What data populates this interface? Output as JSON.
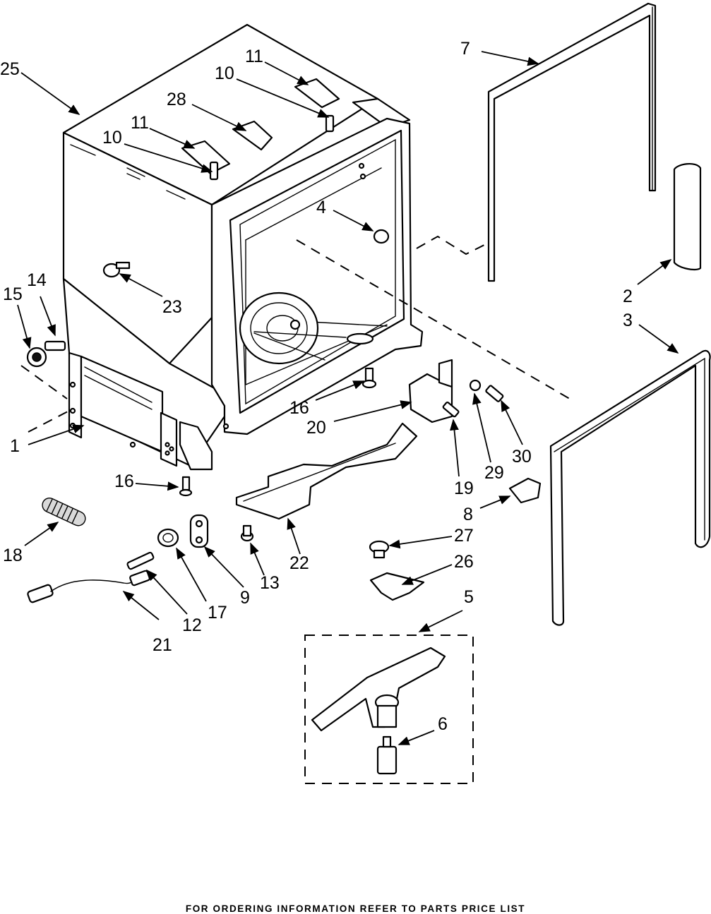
{
  "footer": {
    "note": "FOR ORDERING INFORMATION REFER TO PARTS PRICE LIST"
  },
  "callouts": {
    "c1": "1",
    "c2": "2",
    "c3": "3",
    "c4": "4",
    "c5": "5",
    "c6": "6",
    "c7": "7",
    "c8": "8",
    "c9": "9",
    "c10a": "10",
    "c10b": "10",
    "c11a": "11",
    "c11b": "11",
    "c12": "12",
    "c13": "13",
    "c14": "14",
    "c15": "15",
    "c16a": "16",
    "c16b": "16",
    "c17": "17",
    "c18": "18",
    "c19": "19",
    "c20": "20",
    "c21": "21",
    "c22": "22",
    "c23": "23",
    "c25": "25",
    "c26": "26",
    "c27": "27",
    "c28": "28",
    "c29": "29",
    "c30": "30"
  },
  "colors": {
    "line": "#000000",
    "background": "#ffffff"
  }
}
